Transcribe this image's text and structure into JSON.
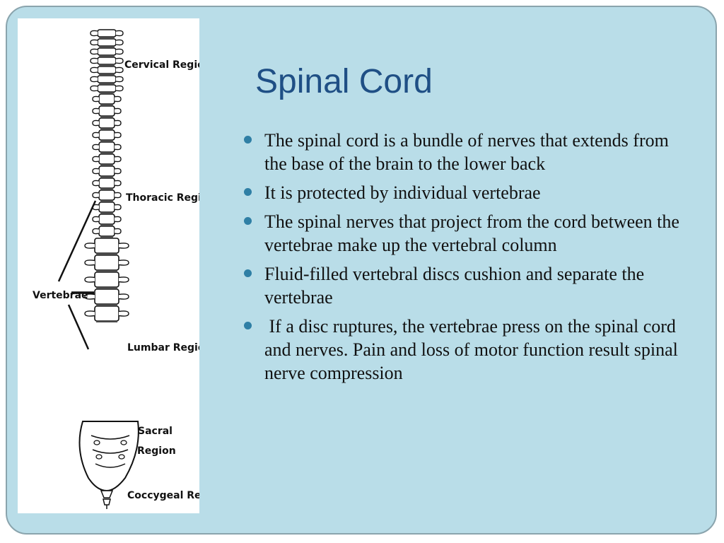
{
  "slide": {
    "title": "Spinal Cord",
    "bullets": [
      "The spinal cord is a bundle of nerves that extends from the base of the brain to the lower back",
      "It is protected by individual vertebrae",
      "The spinal nerves that project from the cord between the vertebrae make up the vertebral column",
      "Fluid-filled vertebral discs cushion and separate the vertebrae",
      " If a disc ruptures, the vertebrae press on the spinal cord and nerves. Pain and loss of motor function result spinal nerve compression"
    ]
  },
  "figure": {
    "labels": {
      "cervical": "Cervical Region",
      "thoracic": "Thoracic Region",
      "vertebrae": "Vertebrae",
      "lumbar": "Lumbar Region",
      "sacral_line1": "Sacral",
      "sacral_line2": "Region",
      "coccygeal": "Coccygeal Region"
    }
  },
  "colors": {
    "background": "#b9dde8",
    "title": "#1f4f85",
    "bullet": "#2f7fa5"
  }
}
